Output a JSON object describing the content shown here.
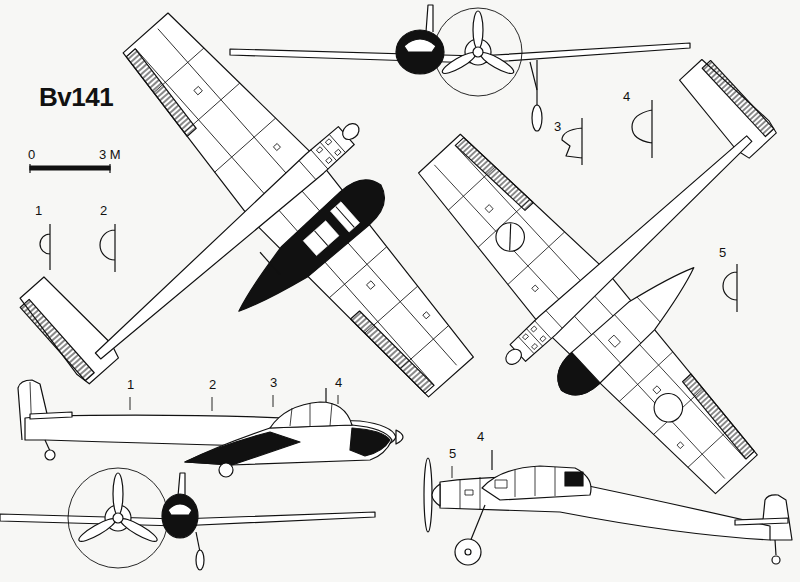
{
  "diagram": {
    "title": "Bv141",
    "labels": [
      "0",
      "3 M",
      "1",
      "2",
      "3",
      "4",
      "5",
      "1",
      "2",
      "3",
      "4",
      "5",
      "4"
    ]
  }
}
